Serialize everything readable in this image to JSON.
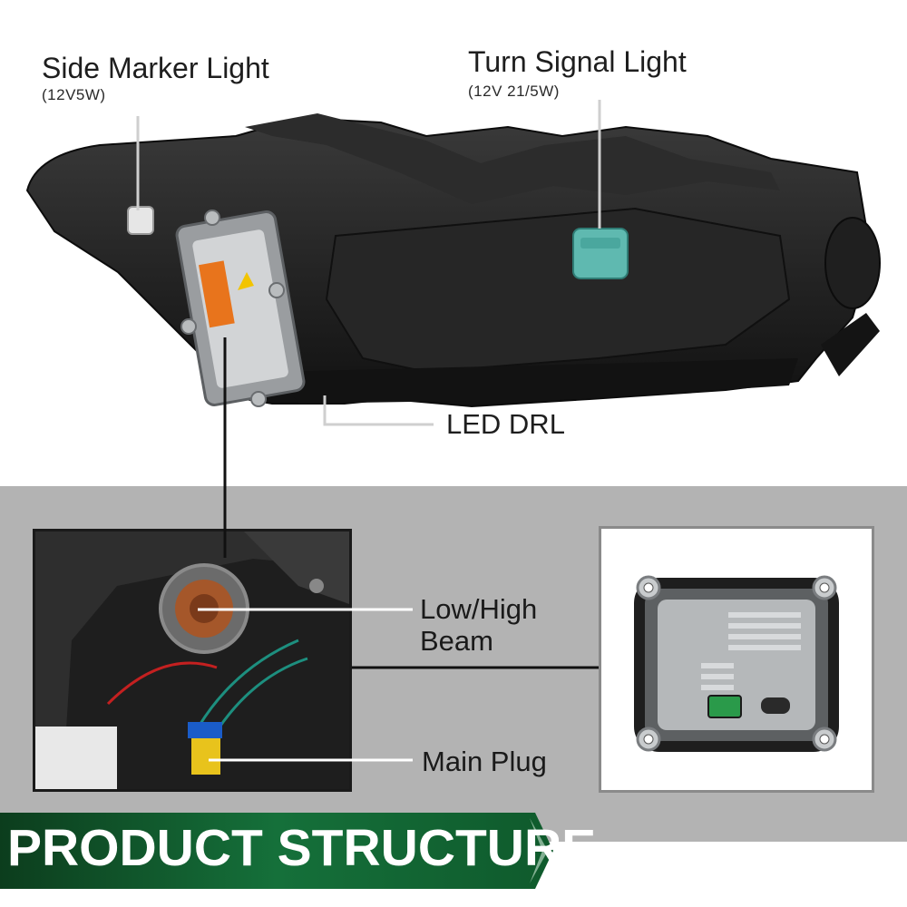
{
  "labels": {
    "side_marker": {
      "title": "Side Marker Light",
      "spec": "(12V5W)"
    },
    "turn_signal": {
      "title": "Turn Signal Light",
      "spec": "(12V  21/5W)"
    },
    "led_drl": "LED DRL",
    "low_high_beam_line1": "Low/High",
    "low_high_beam_line2": "Beam",
    "main_plug": "Main Plug"
  },
  "banner": {
    "text": "PRODUCT STRUCTURE"
  },
  "colors": {
    "housing": "#1c1c1c",
    "band_gray": "#b3b3b3",
    "banner_green": "#0f5a2c",
    "connector_teal": "#5fb9b0",
    "ballast_silver": "#b5b8ba"
  }
}
